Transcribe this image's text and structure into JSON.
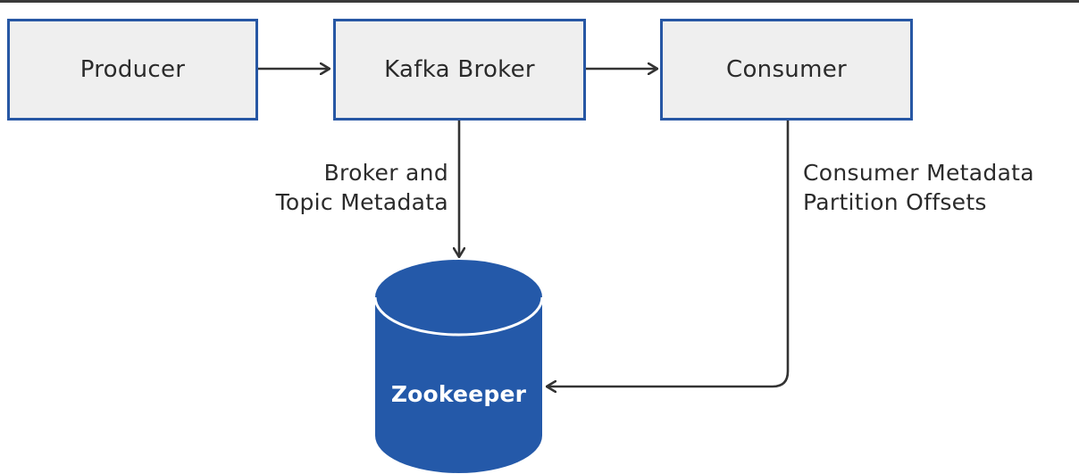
{
  "nodes": {
    "producer": "Producer",
    "broker": "Kafka Broker",
    "consumer": "Consumer",
    "zookeeper": "Zookeeper"
  },
  "edges": {
    "broker_to_zookeeper": {
      "line1": "Broker and",
      "line2": "Topic Metadata"
    },
    "consumer_to_zookeeper": {
      "line1": "Consumer Metadata",
      "line2": "Partition Offsets"
    }
  },
  "colors": {
    "box_border": "#2757a4",
    "box_fill": "#efefef",
    "database_fill": "#2459a9",
    "database_top": "#2b63b6",
    "arrow": "#333333",
    "text": "#2b2b2b"
  }
}
